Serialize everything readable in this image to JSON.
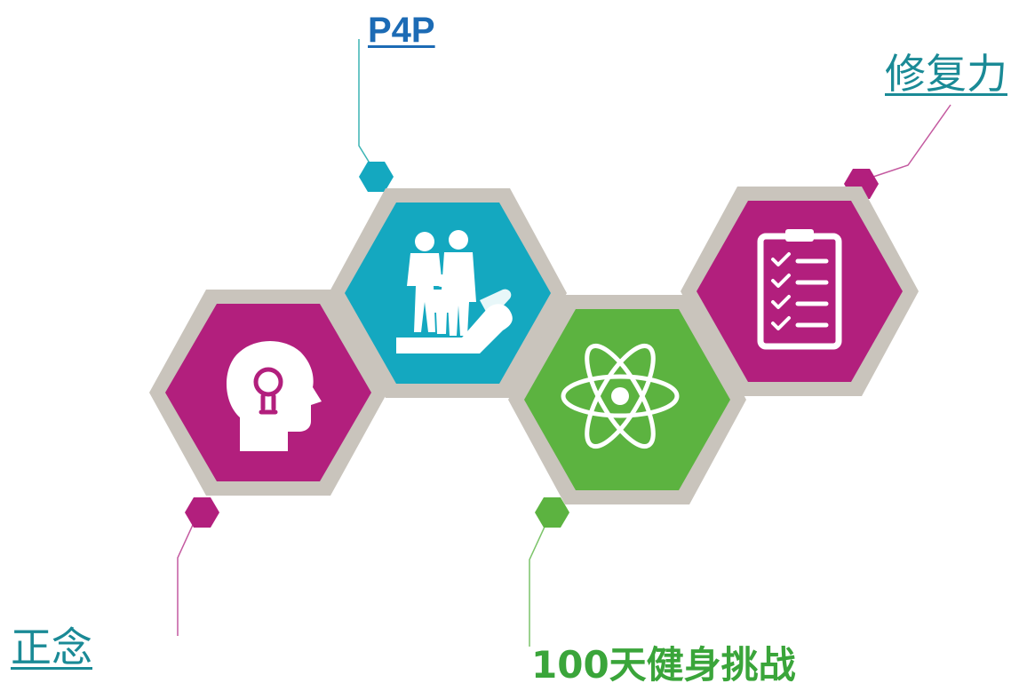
{
  "labels": {
    "p4p": "P4P ",
    "recovery": "修复力",
    "mindset": "正念",
    "fitness": "100天健身挑战"
  },
  "nodes": [
    {
      "id": "mindset",
      "icon": "lightbulb-head-icon",
      "color": "#b21f7d"
    },
    {
      "id": "p4p",
      "icon": "family-icon",
      "color": "#14a8c0"
    },
    {
      "id": "fitness",
      "icon": "atom-icon",
      "color": "#5cb340"
    },
    {
      "id": "recovery",
      "icon": "checklist-clipboard-icon",
      "color": "#b21f7d"
    }
  ],
  "colors": {
    "frame": "#c9c4bc",
    "magenta": "#b21f7d",
    "cyan": "#14a8c0",
    "green": "#5cb340",
    "teal_text": "#1a8a96",
    "blue_text": "#1c6bb5",
    "green_text": "#3aa53a",
    "connector_teal": "#3cb4b4",
    "connector_pink": "#c45aa0",
    "connector_green": "#7cc46a"
  }
}
